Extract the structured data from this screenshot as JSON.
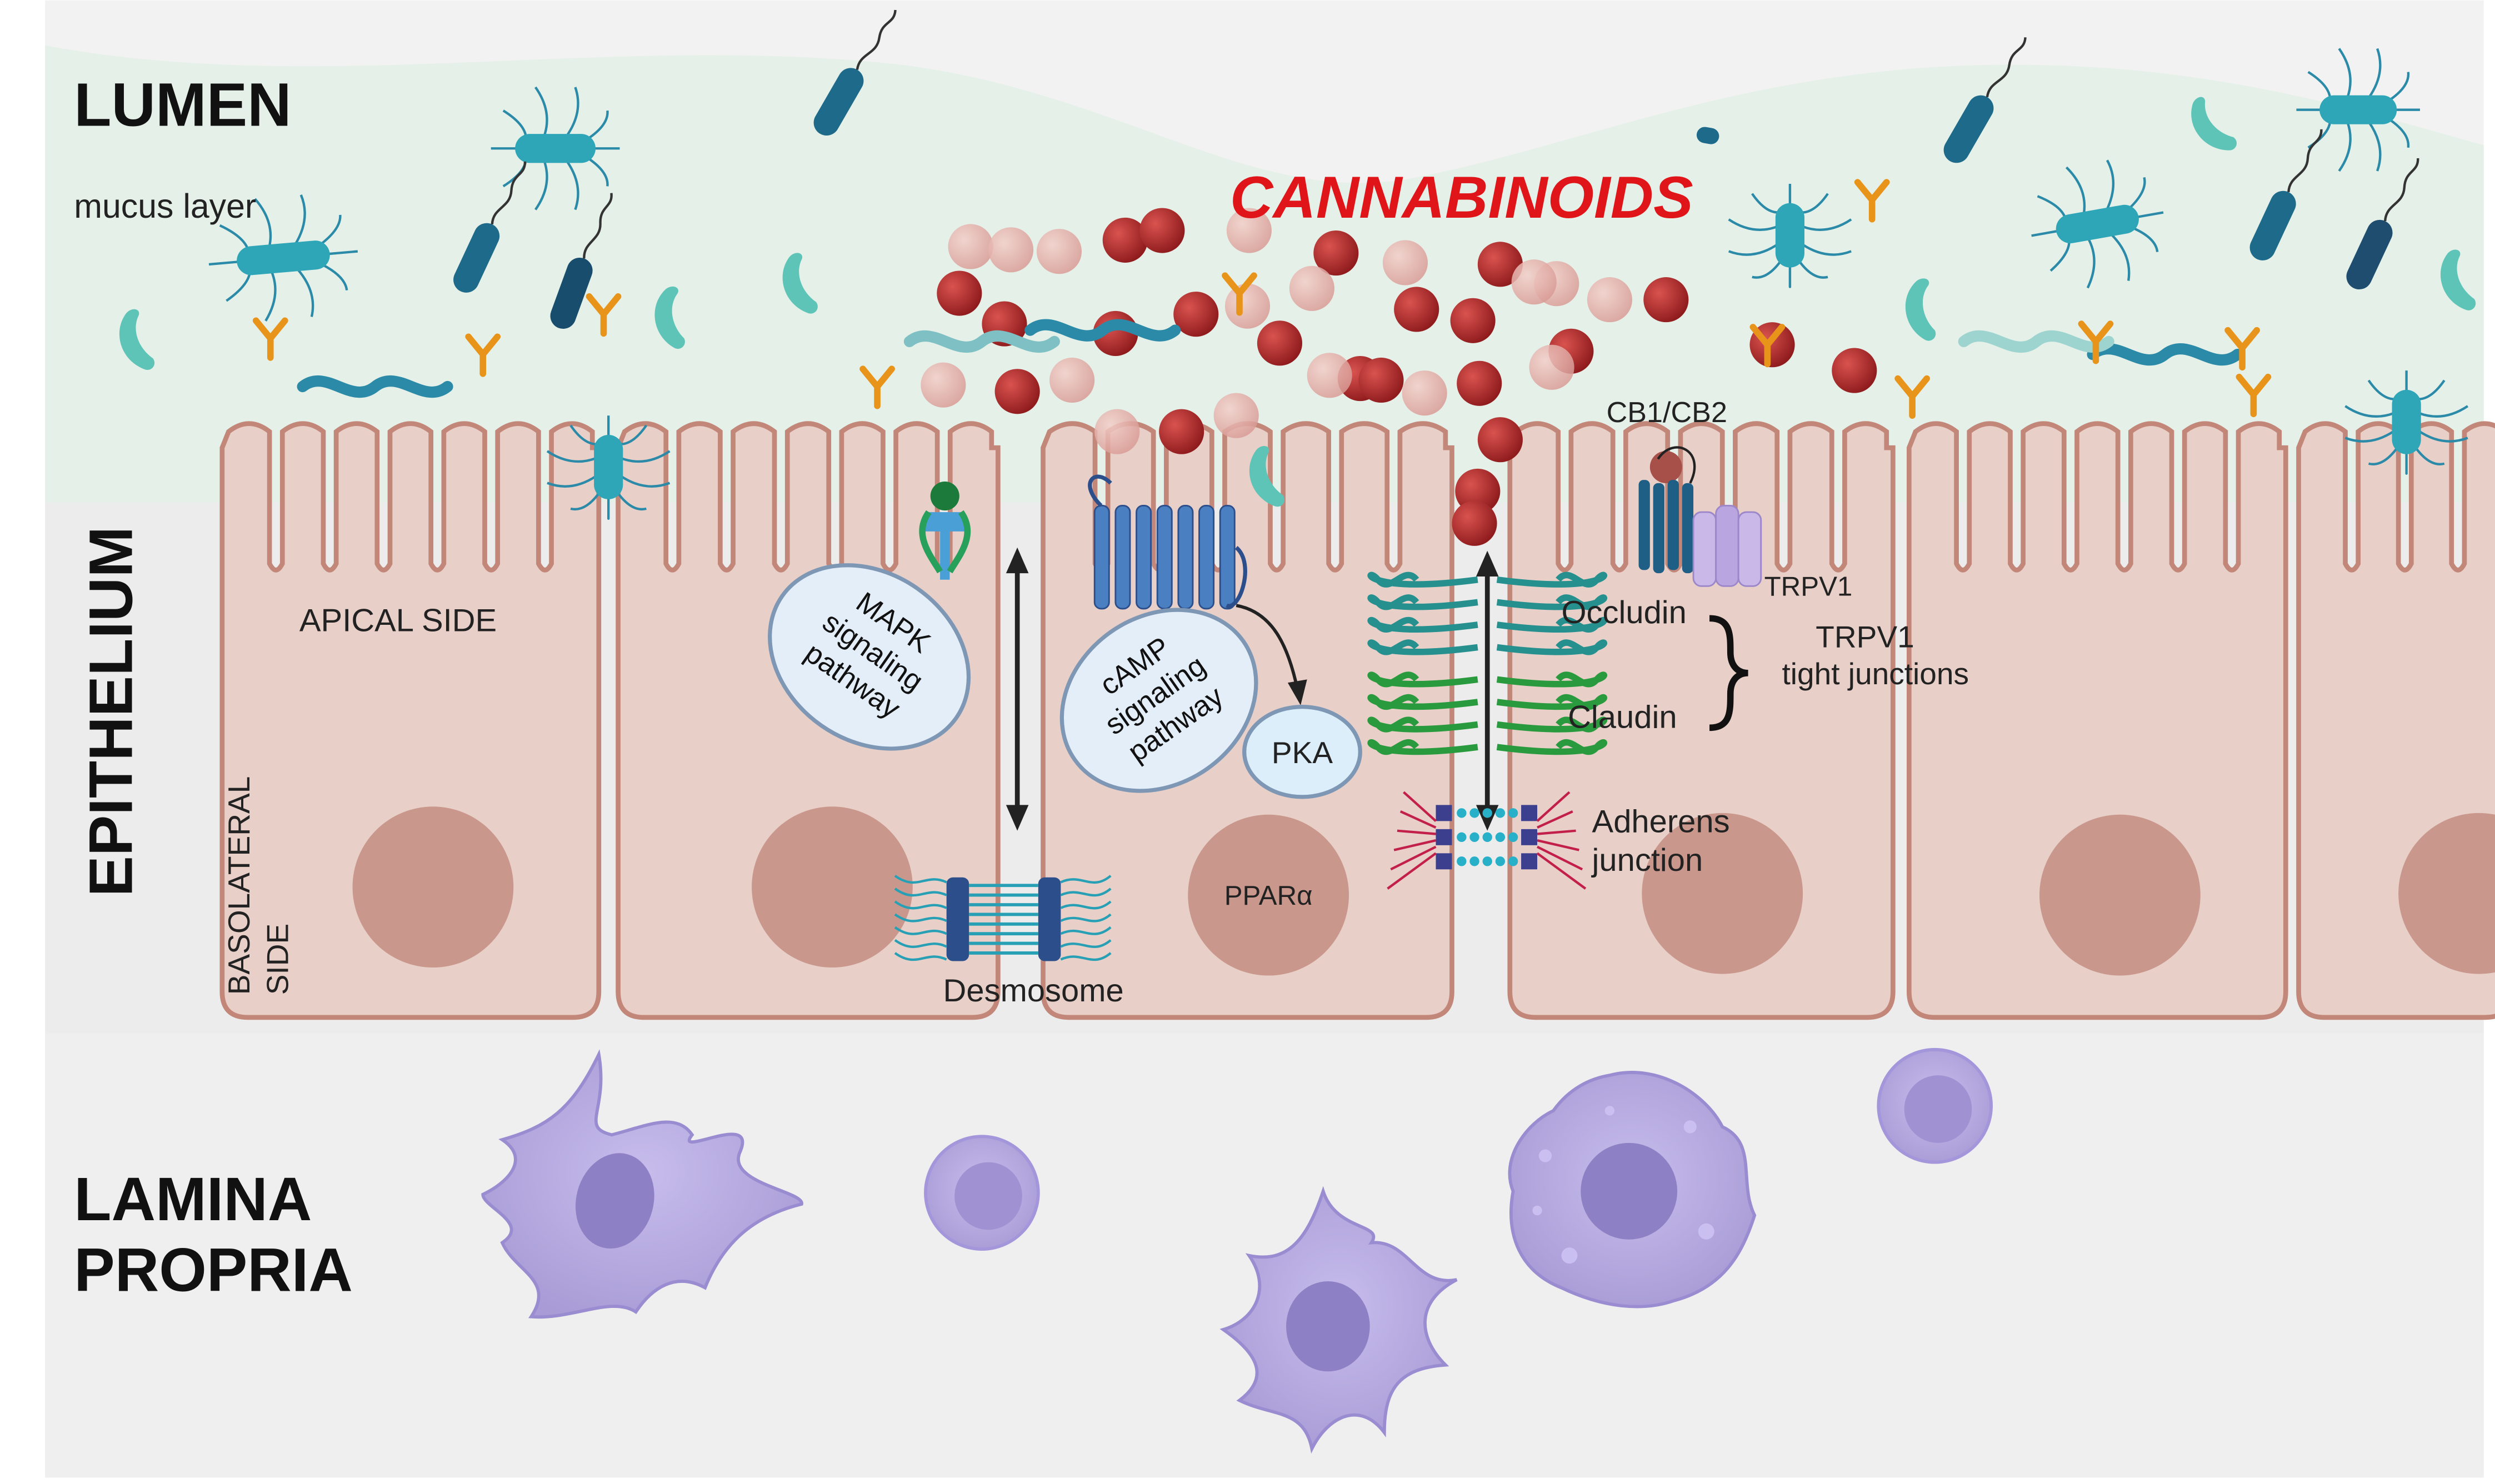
{
  "regions": {
    "lumen": "LUMEN",
    "epithelium": "EPITHELIUM",
    "lamina_propria_line1": "LAMINA",
    "lamina_propria_line2": "PROPRIA"
  },
  "labels": {
    "mucus_layer": "mucus layer",
    "cannabinoids": "CANNABINOIDS",
    "apical_side": "APICAL SIDE",
    "basolateral_line1": "BASOLATERAL",
    "basolateral_line2": "SIDE",
    "cb1_cb2": "CB1/CB2",
    "trpv1": "TRPV1",
    "occludin": "Occludin",
    "claudin": "Claudin",
    "trpv1_tight_line1": "TRPV1",
    "trpv1_tight_line2": "tight junctions",
    "adherens_line1": "Adherens",
    "adherens_line2": "junction",
    "desmosome": "Desmosome",
    "ppara": "PPARα",
    "pka": "PKA"
  },
  "pathways": {
    "mapk": [
      "MAPK",
      "signaling",
      "pathway"
    ],
    "camp": [
      "cAMP",
      "signaling",
      "pathway"
    ]
  },
  "colors": {
    "mucus": "#e4f0e8",
    "cell_fill": "#e8cfc8",
    "cell_stroke": "#c28779",
    "nucleus": "#c9978c",
    "cannabinoid": "#b02a2e",
    "cannabinoid_light": "#e8b3ae",
    "bacteria_dark": "#1e6a8a",
    "bacteria_teal": "#4fb6b8",
    "antibody": "#e8941a",
    "immune": "#b7acdf",
    "title_red": "#e0151a"
  }
}
